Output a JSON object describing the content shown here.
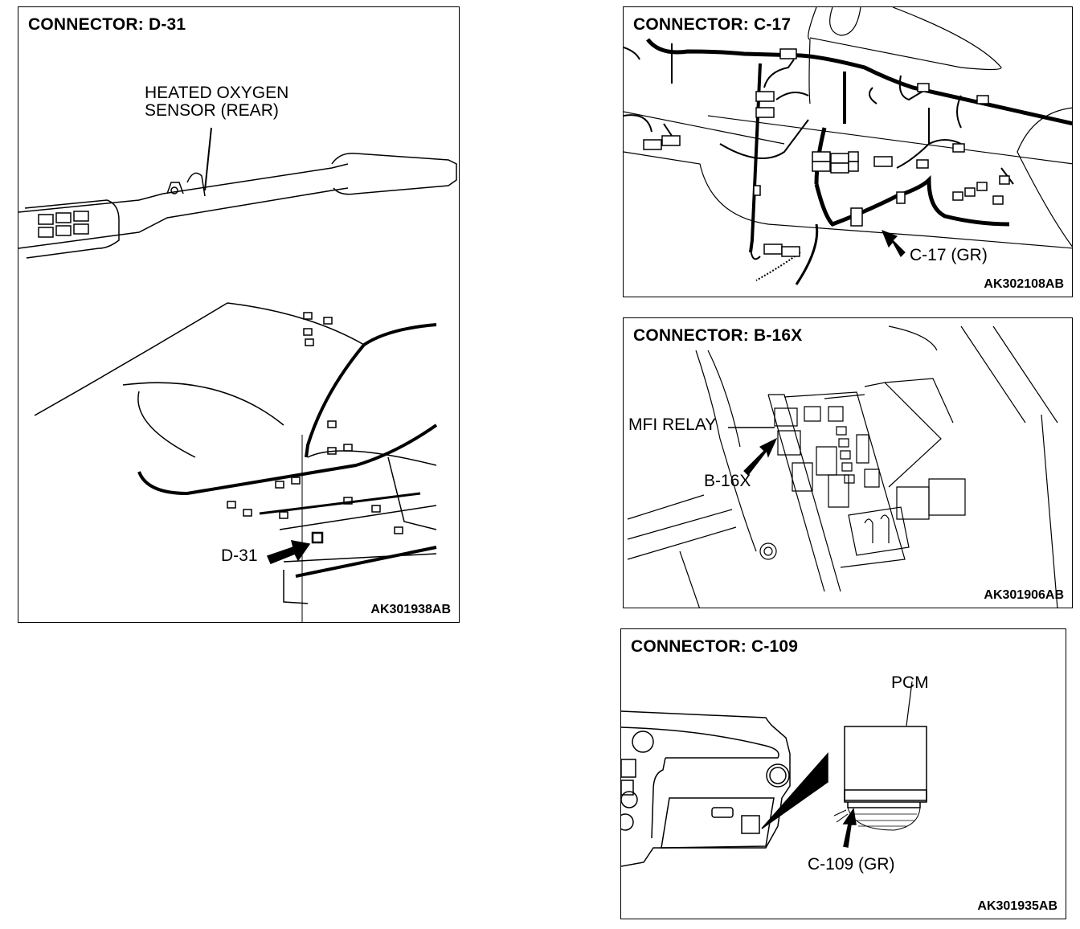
{
  "panels": [
    {
      "id": "d31",
      "title": "CONNECTOR: D-31",
      "code": "AK301938AB",
      "labels": {
        "component": "HEATED OXYGEN",
        "component_line2": "SENSOR (REAR)",
        "connector": "D-31"
      }
    },
    {
      "id": "c17",
      "title": "CONNECTOR: C-17",
      "code": "AK302108AB",
      "labels": {
        "connector": "C-17 (GR)"
      }
    },
    {
      "id": "b16x",
      "title": "CONNECTOR: B-16X",
      "code": "AK301906AB",
      "labels": {
        "component": "MFI RELAY",
        "connector": "B-16X"
      }
    },
    {
      "id": "c109",
      "title": "CONNECTOR: C-109",
      "code": "AK301935AB",
      "labels": {
        "component": "PCM",
        "connector": "C-109 (GR)"
      }
    }
  ]
}
